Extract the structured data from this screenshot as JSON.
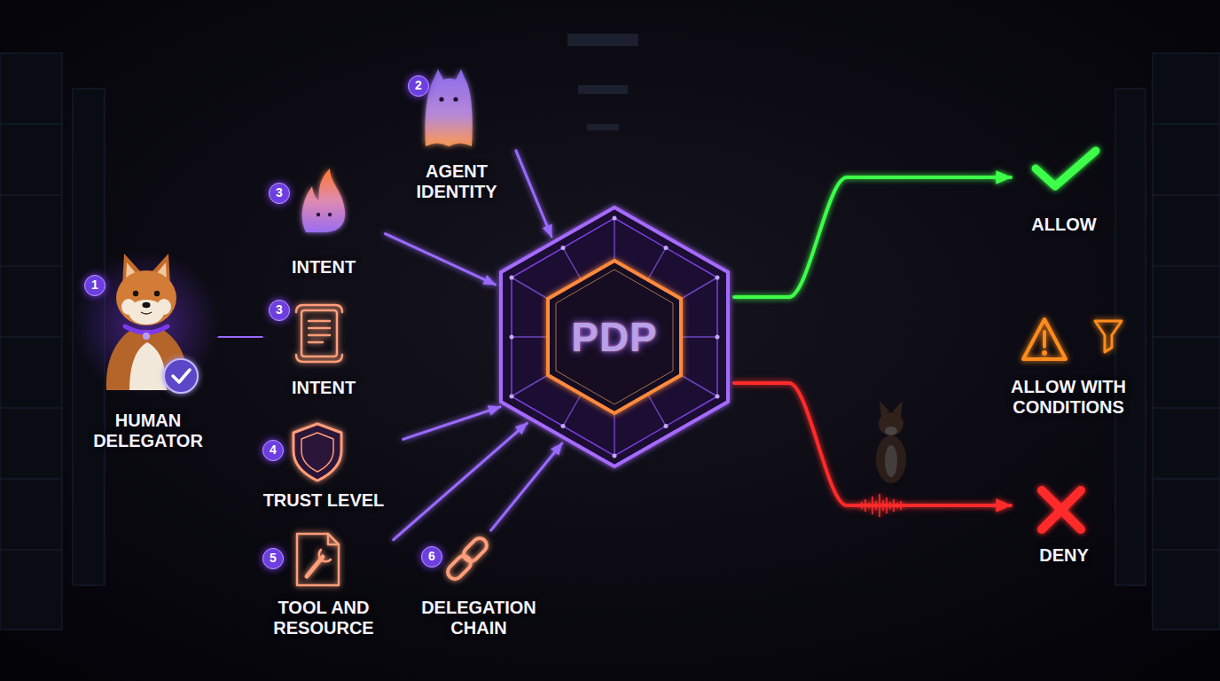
{
  "diagram": {
    "nodes": [
      {
        "text": [
          "1",
          "HUMAN DELEGATOR"
        ]
      },
      {
        "text": [
          "2",
          "AGENT IDENTITY"
        ]
      },
      {
        "text": [
          "3",
          "INTENT"
        ]
      },
      {
        "text": [
          "3",
          "INTENT"
        ]
      },
      {
        "text": [
          "4",
          "TRUST LEVEL"
        ]
      },
      {
        "text": [
          "5",
          "TOOL AND RESOURCE"
        ]
      },
      {
        "text": [
          "6",
          "DELEGATION CHAIN"
        ]
      },
      {
        "text": [
          "PDP"
        ]
      },
      {
        "text": [
          "ALLOW"
        ]
      },
      {
        "text": [
          "ALLOW WITH CONDITIONS"
        ]
      },
      {
        "text": [
          "DENY"
        ]
      }
    ],
    "edges": [
      {
        "from": 0,
        "to": 3,
        "arrow": "to"
      },
      {
        "from": 1,
        "to": 7,
        "arrow": "to"
      },
      {
        "from": 2,
        "to": 7,
        "arrow": "to"
      },
      {
        "from": 3,
        "to": 7,
        "arrow": "to"
      },
      {
        "from": 4,
        "to": 7,
        "arrow": "to"
      },
      {
        "from": 5,
        "to": 7,
        "arrow": "to"
      },
      {
        "from": 6,
        "to": 7,
        "arrow": "to"
      },
      {
        "from": 7,
        "to": 8,
        "arrow": "to"
      },
      {
        "from": 7,
        "to": 9,
        "arrow": "to"
      },
      {
        "from": 7,
        "to": 10,
        "arrow": "to"
      }
    ]
  }
}
